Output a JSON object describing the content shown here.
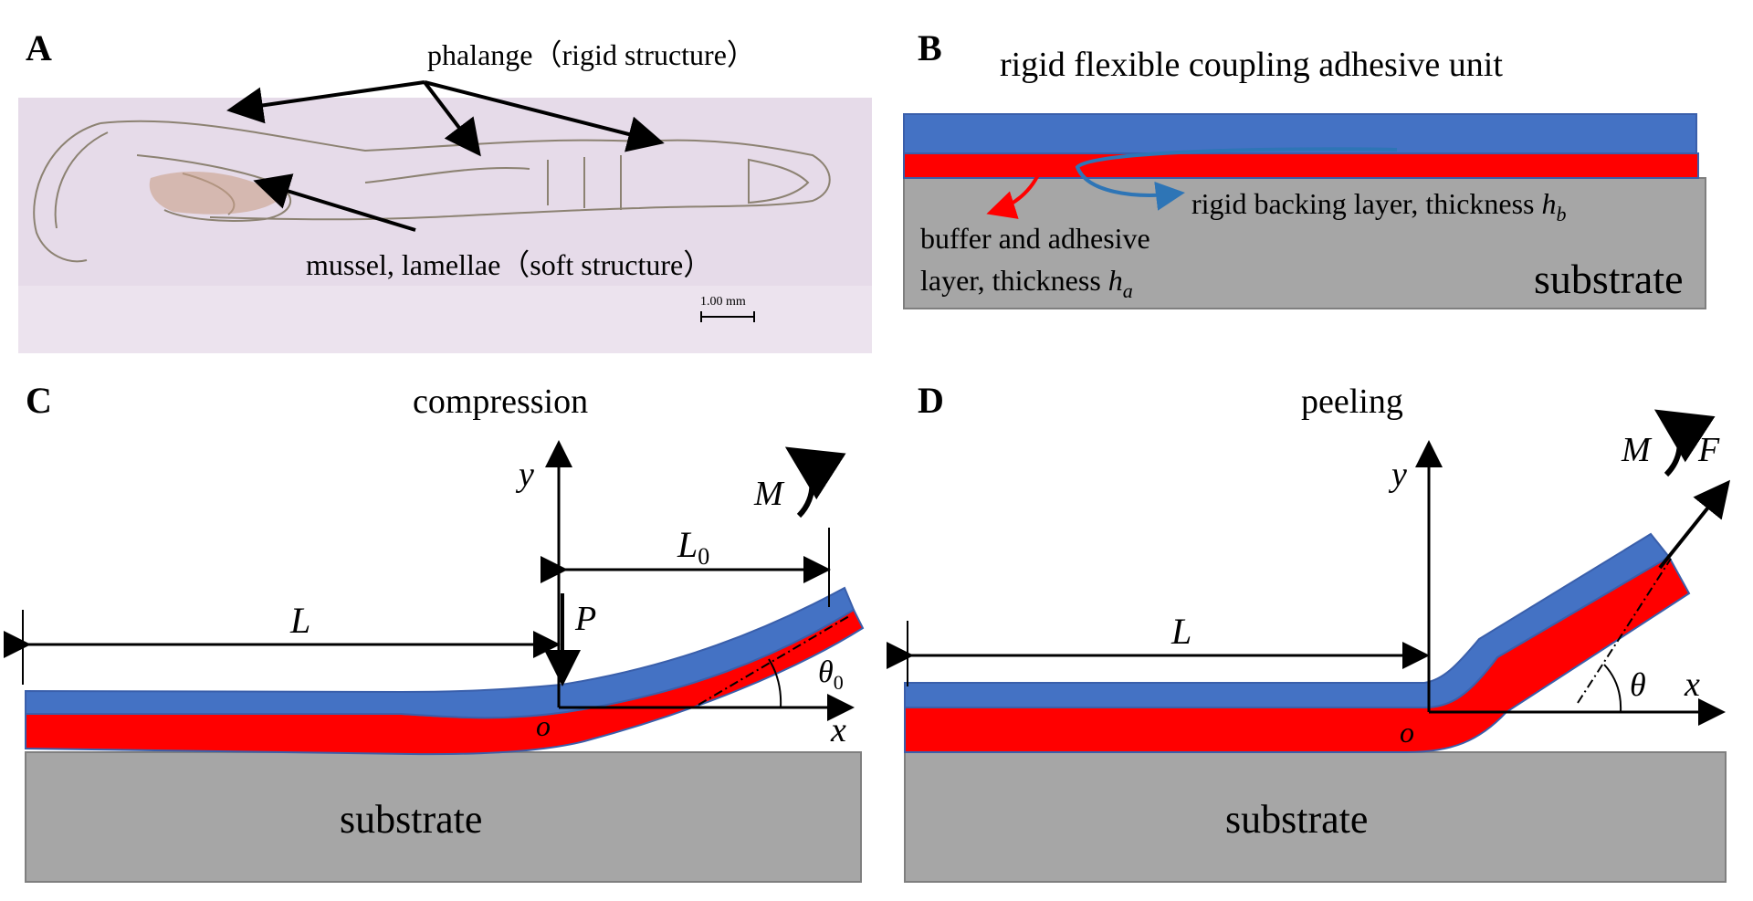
{
  "panels": {
    "A": {
      "letter": "A",
      "phalange_label": "phalange（rigid structure）",
      "mussel_label": "mussel, lamellae（soft structure）",
      "scale_bar_text": "1.00 mm"
    },
    "B": {
      "letter": "B",
      "title": "rigid flexible coupling adhesive unit",
      "backing_label": "rigid backing layer, thickness ",
      "backing_symbol": "h",
      "backing_sub": "b",
      "buffer_label_line1": "buffer and adhesive",
      "buffer_label_line2": "layer,   thickness ",
      "buffer_symbol": "h",
      "buffer_sub": "a",
      "substrate_label": "substrate"
    },
    "C": {
      "letter": "C",
      "title": "compression",
      "axis_y": "y",
      "axis_x": "x",
      "origin": "o",
      "length_L": "L",
      "length_L0_main": "L",
      "length_L0_sub": "0",
      "force_P": "P",
      "moment_M": "M",
      "angle_theta_main": "θ",
      "angle_theta_sub": "0",
      "substrate_label": "substrate"
    },
    "D": {
      "letter": "D",
      "title": "peeling",
      "axis_y": "y",
      "axis_x": "x",
      "origin": "o",
      "length_L": "L",
      "force_F": "F",
      "moment_M": "M",
      "angle_theta": "θ",
      "substrate_label": "substrate"
    }
  },
  "colors": {
    "backing_blue": "#4472c4",
    "adhesive_red": "#ff0000",
    "substrate_gray": "#a6a6a6",
    "label_blue": "#2e75b6",
    "label_red": "#ff0000",
    "photo_bg": "#e6dbe9"
  }
}
